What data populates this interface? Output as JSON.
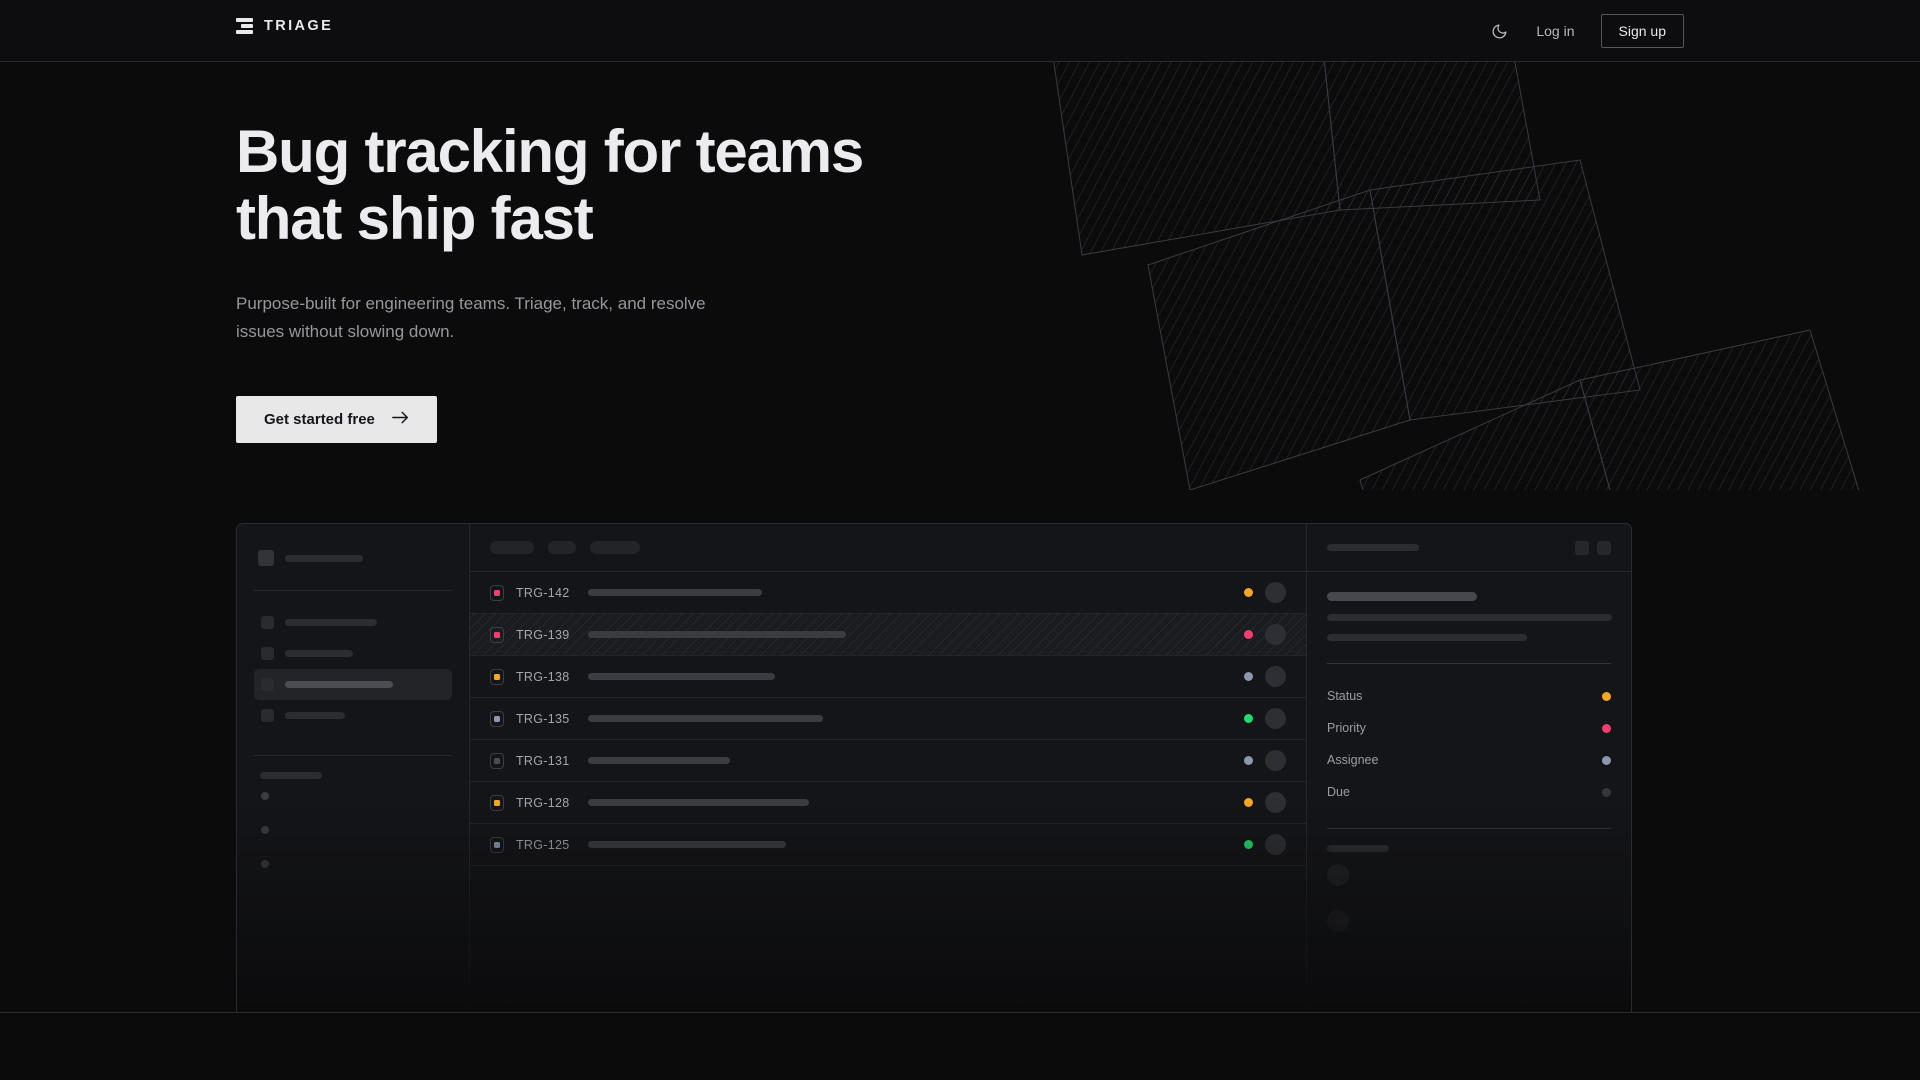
{
  "brand": {
    "name": "TRIAGE",
    "logo_icon": "stacked-bars-icon"
  },
  "header": {
    "theme_toggle_icon": "moon-icon",
    "login_label": "Log in",
    "signup_label": "Sign up"
  },
  "hero": {
    "heading_line1": "Bug tracking for teams",
    "heading_line2": "that ship fast",
    "subheading": "Purpose-built for engineering teams. Triage, track, and resolve issues without slowing down.",
    "cta_label": "Get started free",
    "cta_icon": "arrow-right-icon"
  },
  "colors": {
    "page_bg": "#0b0b0c",
    "panel_bg": "#141518",
    "border": "#2a2b2e",
    "text_primary": "#ececee",
    "text_muted": "#96979b",
    "cta_bg": "#e8e8e8",
    "status_orange": "#f5a623",
    "status_pink": "#f43f6e",
    "status_green": "#22dd6e",
    "status_slate": "#8a97ad",
    "status_gray": "#3a3c42"
  },
  "mockup": {
    "sidebar": {
      "workspace_placeholder": "",
      "nav_items": [
        {
          "active": false,
          "width": 92
        },
        {
          "active": false,
          "width": 68
        },
        {
          "active": true,
          "width": 108
        },
        {
          "active": false,
          "width": 60
        }
      ],
      "section_label_width": 62,
      "mini_items": 3
    },
    "toolbar": {
      "chips": [
        44,
        28,
        50
      ]
    },
    "list": {
      "rows": [
        {
          "id": "TRG-142",
          "priority_color": "#f43f6e",
          "priority_muted": false,
          "title_width": 174,
          "status_color": "#f5a623",
          "selected": false
        },
        {
          "id": "TRG-139",
          "priority_color": "#f43f6e",
          "priority_muted": false,
          "title_width": 258,
          "status_color": "#f43f6e",
          "selected": true
        },
        {
          "id": "TRG-138",
          "priority_color": "#f5a623",
          "priority_muted": false,
          "title_width": 187,
          "status_color": "#8a97ad",
          "selected": false
        },
        {
          "id": "TRG-135",
          "priority_color": "#8a97ad",
          "priority_muted": false,
          "title_width": 235,
          "status_color": "#22dd6e",
          "selected": false
        },
        {
          "id": "TRG-131",
          "priority_color": "#4a4c52",
          "priority_muted": true,
          "title_width": 142,
          "status_color": "#8a97ad",
          "selected": false
        },
        {
          "id": "TRG-128",
          "priority_color": "#f5a623",
          "priority_muted": false,
          "title_width": 221,
          "status_color": "#f5a623",
          "selected": false
        },
        {
          "id": "TRG-125",
          "priority_color": "#8a97ad",
          "priority_muted": false,
          "title_width": 198,
          "status_color": "#22dd6e",
          "selected": false
        }
      ]
    },
    "detail": {
      "header_title_width": 92,
      "action_icons": [
        "square-action-icon",
        "square-action-icon"
      ],
      "title_width": 150,
      "body_lines": [
        285,
        200
      ],
      "meta": [
        {
          "label": "Status",
          "color": "#f5a623"
        },
        {
          "label": "Priority",
          "color": "#f43f6e"
        },
        {
          "label": "Assignee",
          "color": "#8a97ad"
        },
        {
          "label": "Due",
          "color": "#35363b"
        }
      ],
      "comments_label_width": 62,
      "comment_count": 2
    }
  }
}
